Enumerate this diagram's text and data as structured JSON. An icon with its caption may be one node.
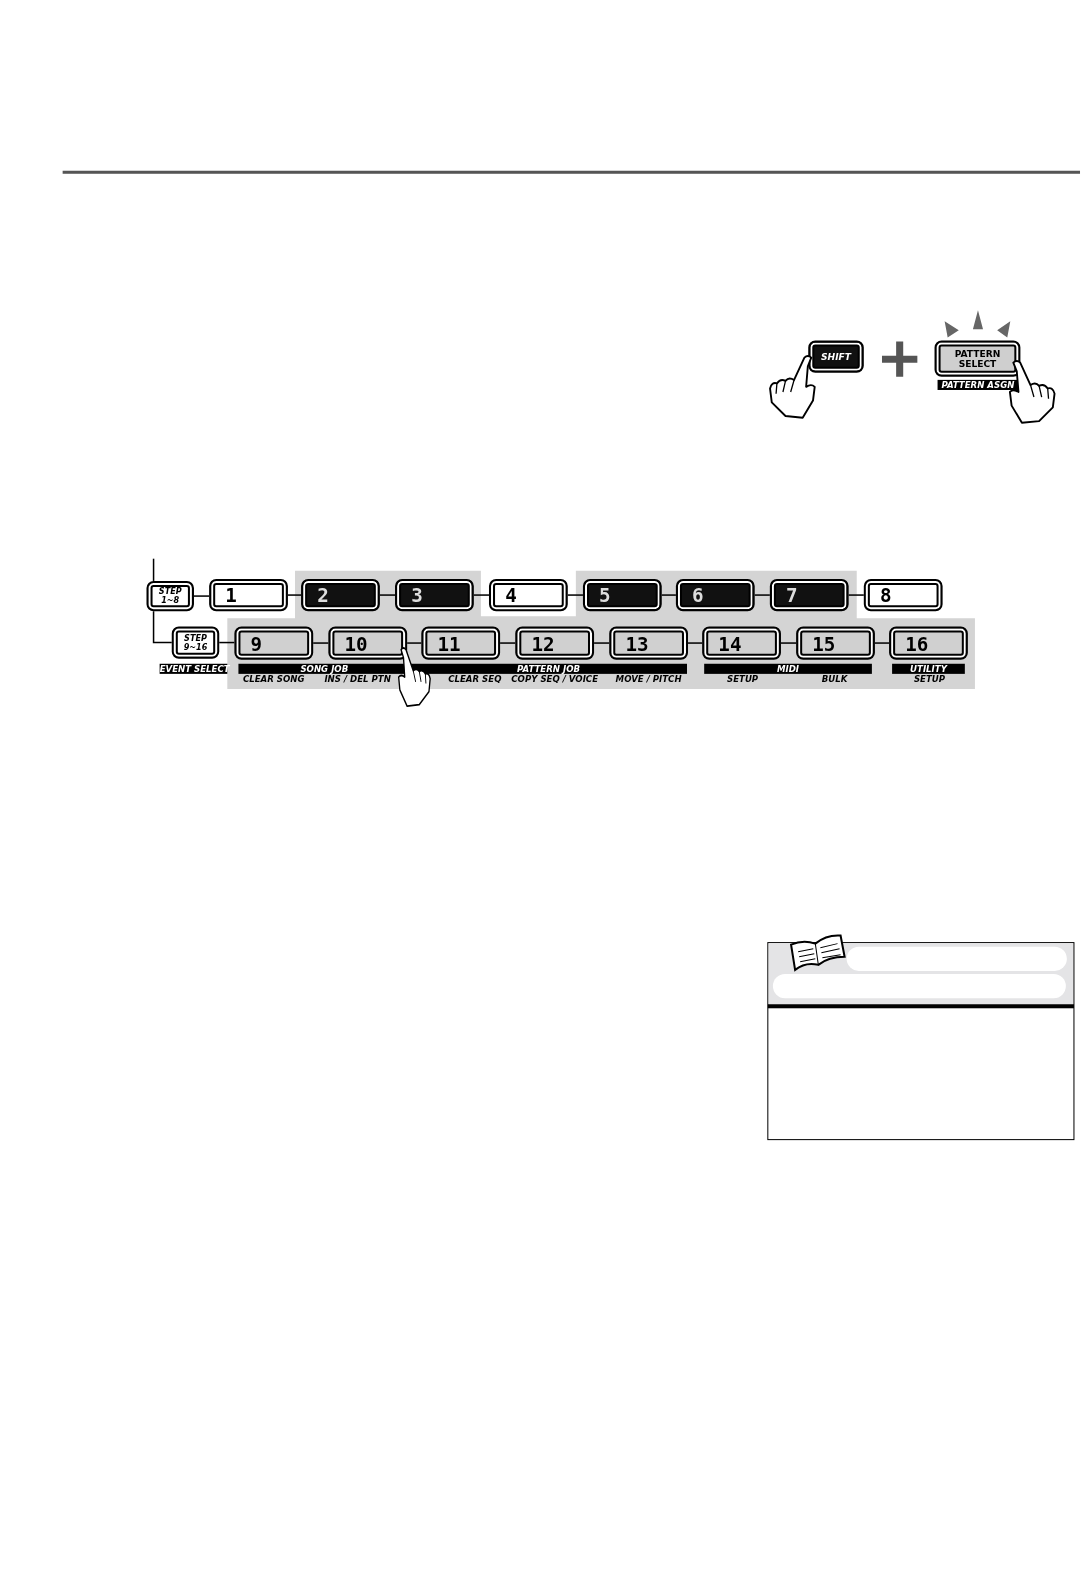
{
  "diagram": {
    "nodes": [
      {
        "text": [
          "SHIFT"
        ]
      },
      {
        "text": [
          "PATTERN SELECT"
        ],
        "beside": [
          "PATTERN ASGN"
        ]
      },
      {
        "text": [
          "STEP 1~8"
        ]
      },
      {
        "text": [
          "1"
        ]
      },
      {
        "text": [
          "2"
        ]
      },
      {
        "text": [
          "3"
        ]
      },
      {
        "text": [
          "4"
        ]
      },
      {
        "text": [
          "5"
        ]
      },
      {
        "text": [
          "6"
        ]
      },
      {
        "text": [
          "7"
        ]
      },
      {
        "text": [
          "8"
        ]
      },
      {
        "text": [
          "STEP 9~16"
        ]
      },
      {
        "text": [
          "9"
        ]
      },
      {
        "text": [
          "10"
        ]
      },
      {
        "text": [
          "11"
        ]
      },
      {
        "text": [
          "12"
        ]
      },
      {
        "text": [
          "13"
        ]
      },
      {
        "text": [
          "14"
        ]
      },
      {
        "text": [
          "15"
        ]
      },
      {
        "text": [
          "16"
        ]
      }
    ],
    "edges": [
      {
        "from": null,
        "to": 2,
        "arrow": "none"
      },
      {
        "from": 2,
        "to": 11,
        "arrow": "none"
      },
      {
        "from": 2,
        "to": 3,
        "arrow": "none"
      },
      {
        "from": 3,
        "to": 4,
        "arrow": "none"
      },
      {
        "from": 4,
        "to": 5,
        "arrow": "none"
      },
      {
        "from": 5,
        "to": 6,
        "arrow": "none"
      },
      {
        "from": 6,
        "to": 7,
        "arrow": "none"
      },
      {
        "from": 7,
        "to": 8,
        "arrow": "none"
      },
      {
        "from": 8,
        "to": 9,
        "arrow": "none"
      },
      {
        "from": 9,
        "to": 10,
        "arrow": "none"
      },
      {
        "from": 11,
        "to": 12,
        "arrow": "none"
      },
      {
        "from": 12,
        "to": 13,
        "arrow": "none"
      },
      {
        "from": 13,
        "to": 14,
        "arrow": "none"
      },
      {
        "from": 14,
        "to": 15,
        "arrow": "none"
      },
      {
        "from": 15,
        "to": 16,
        "arrow": "none"
      },
      {
        "from": 16,
        "to": 17,
        "arrow": "none"
      },
      {
        "from": 17,
        "to": 18,
        "arrow": "none"
      },
      {
        "from": 18,
        "to": 19,
        "arrow": "none"
      }
    ],
    "labels": [
      "EVENT SELECT",
      "SONG JOB",
      "PATTERN JOB",
      "MIDI",
      "UTILITY",
      "CLEAR SONG",
      "INS / DEL PTN",
      "CLEAR SEQ",
      "COPY SEQ / VOICE",
      "MOVE / PITCH",
      "SETUP",
      "BULK",
      "SETUP"
    ]
  }
}
